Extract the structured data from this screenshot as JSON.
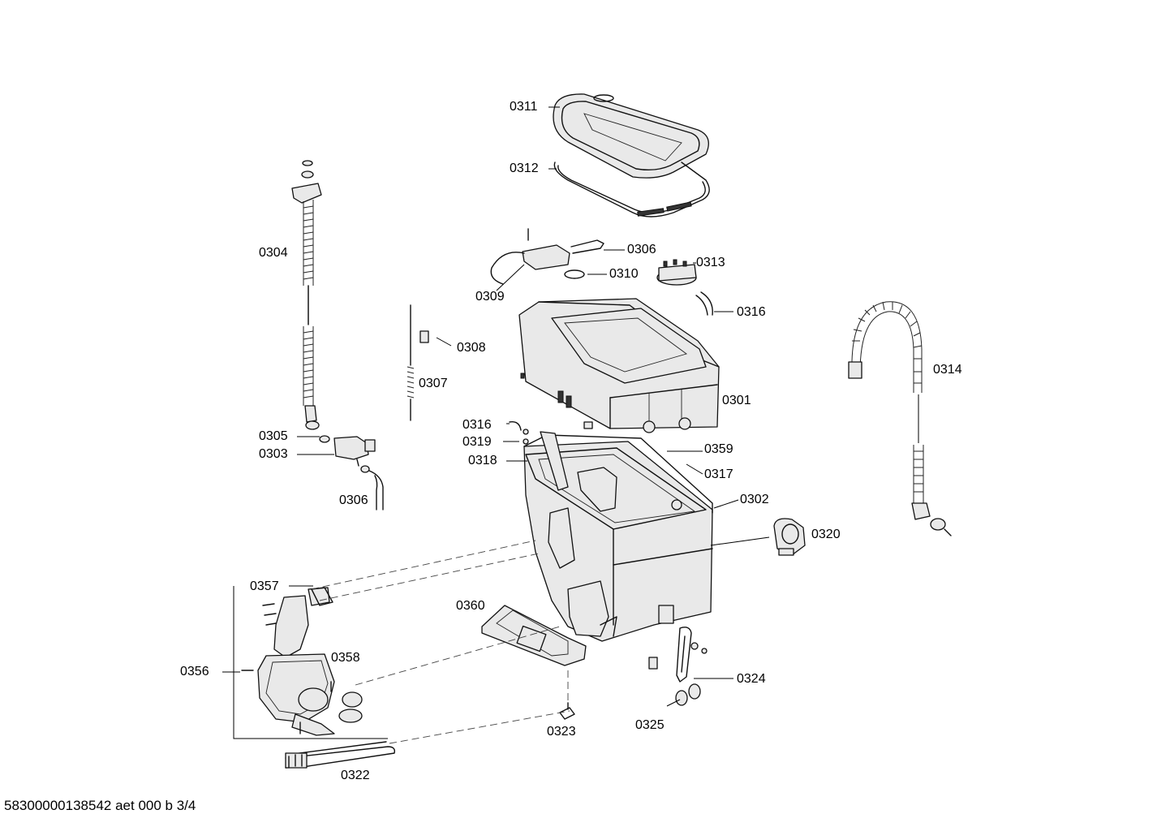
{
  "diagram": {
    "part_labels": {
      "p0301": "0301",
      "p0302": "0302",
      "p0303": "0303",
      "p0304": "0304",
      "p0305": "0305",
      "p0306a": "0306",
      "p0306b": "0306",
      "p0307": "0307",
      "p0308": "0308",
      "p0309": "0309",
      "p0310": "0310",
      "p0311": "0311",
      "p0312": "0312",
      "p0313": "0313",
      "p0314": "0314",
      "p0316a": "0316",
      "p0316b": "0316",
      "p0317": "0317",
      "p0318": "0318",
      "p0319": "0319",
      "p0320": "0320",
      "p0322": "0322",
      "p0323": "0323",
      "p0324": "0324",
      "p0325": "0325",
      "p0356": "0356",
      "p0357": "0357",
      "p0358": "0358",
      "p0359": "0359",
      "p0360": "0360"
    },
    "footer_code": "58300000138542 aet 000 b 3/4"
  }
}
